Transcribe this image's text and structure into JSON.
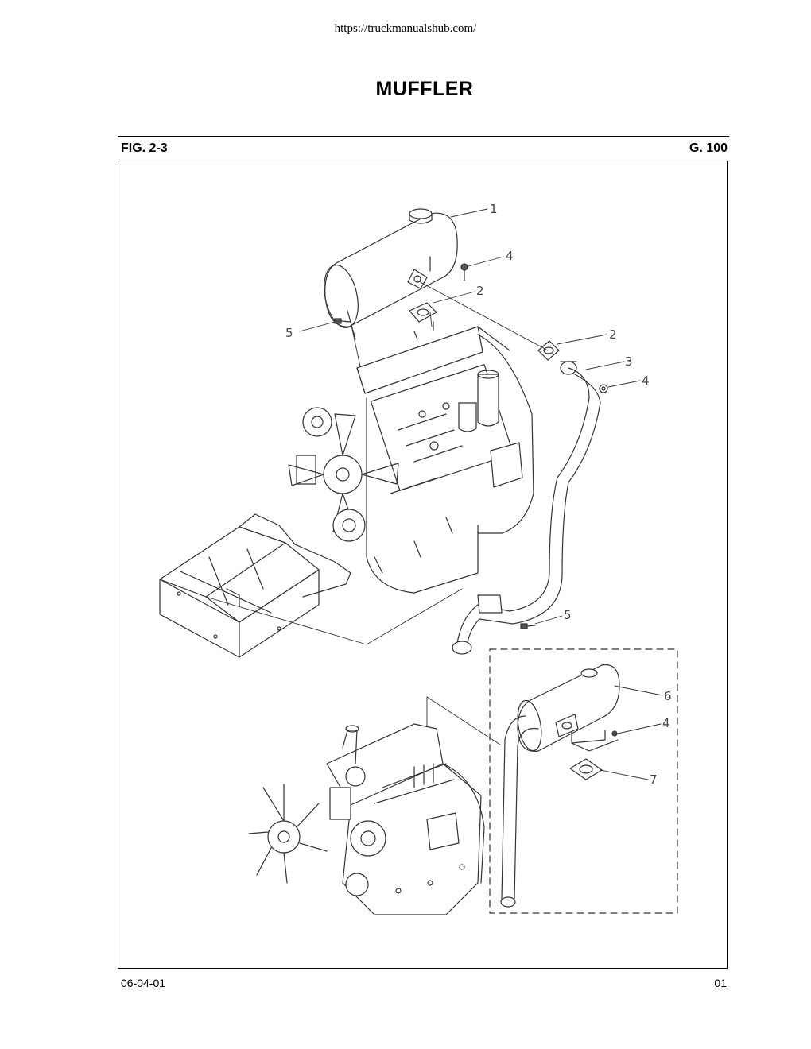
{
  "header": {
    "url": "https://truckmanualshub.com/",
    "title": "MUFFLER"
  },
  "figure_bar": {
    "fig_label": "FIG. 2-3",
    "group_ref": "G. 100"
  },
  "diagram": {
    "callouts": [
      "1",
      "4",
      "2",
      "5",
      "2",
      "3",
      "4",
      "5",
      "6",
      "4",
      "7"
    ]
  },
  "footer": {
    "date": "06-04-01",
    "page": "01"
  }
}
